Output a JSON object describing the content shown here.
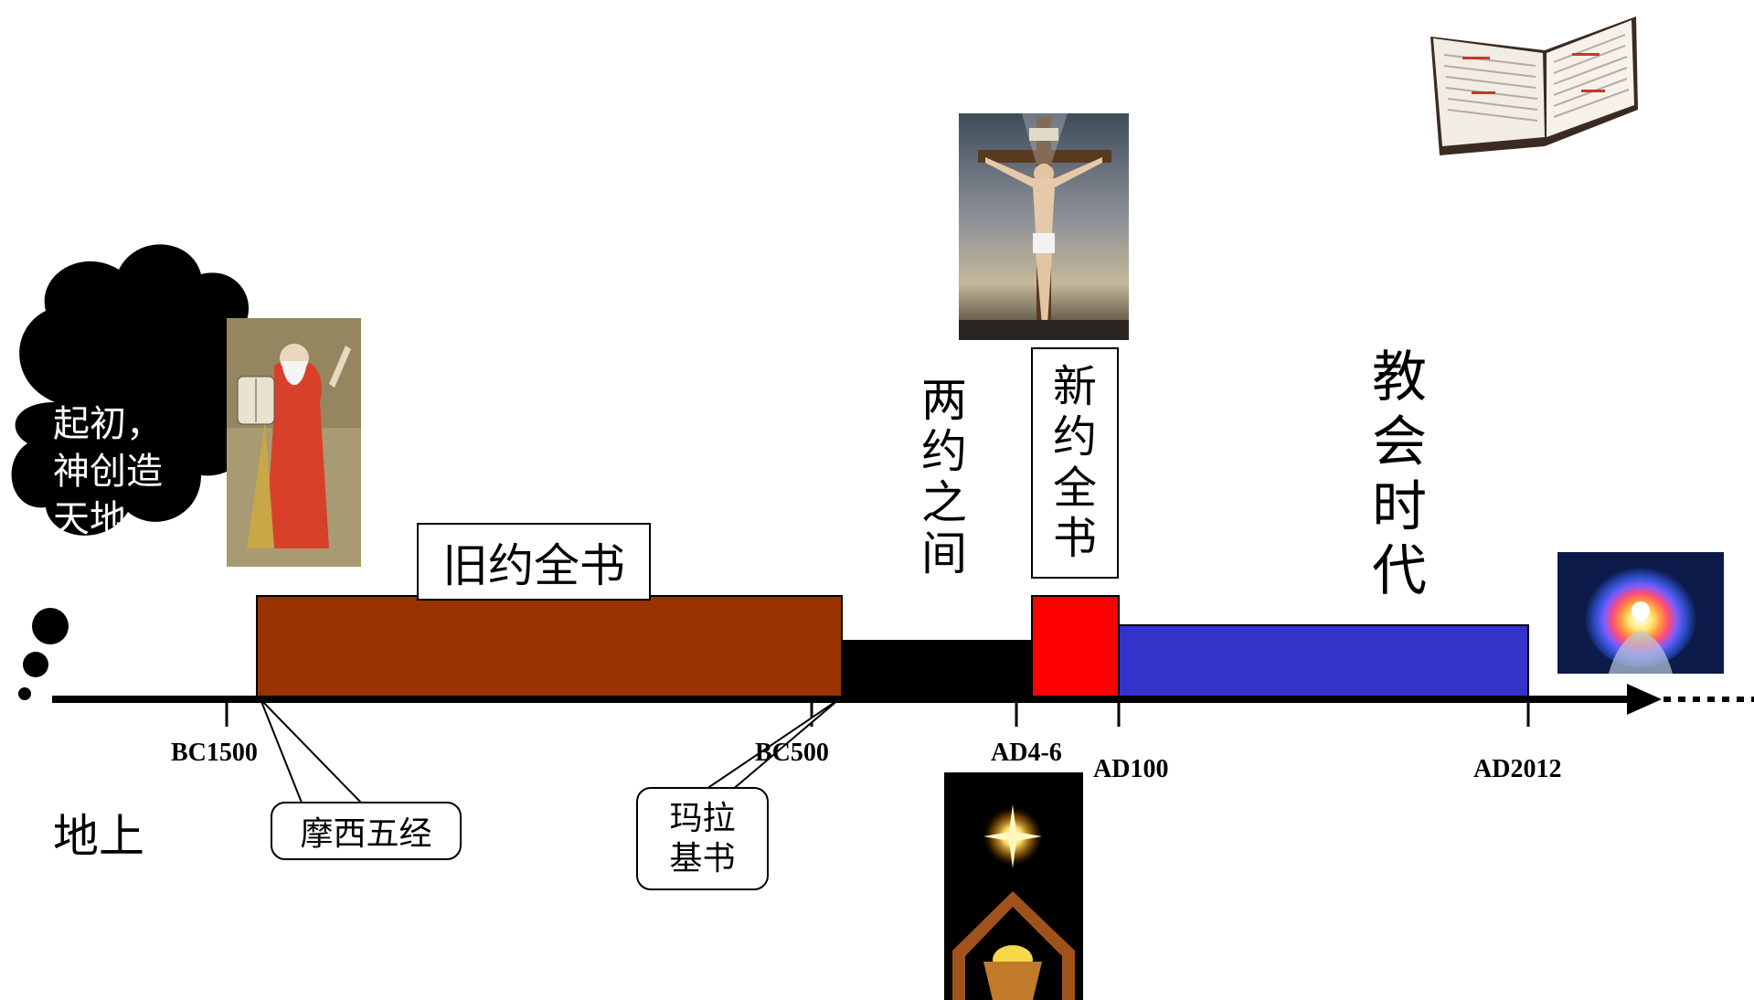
{
  "thought_bubble": {
    "lines": [
      "起初，",
      "神创造",
      "天地"
    ]
  },
  "earth_label": "地上",
  "ot_label": "旧约全书",
  "intertestament_label": [
    "两",
    "约",
    "之",
    "间"
  ],
  "nt_label": [
    "新",
    "约",
    "全",
    "书"
  ],
  "church_label": [
    "教",
    "会",
    "时",
    "代"
  ],
  "callouts": {
    "pentateuch": "摩西五经",
    "malachi": [
      "玛拉",
      "基书"
    ]
  },
  "ticks": {
    "bc1500": "BC1500",
    "bc500": "BC500",
    "ad4_6": "AD4-6",
    "ad100": "AD100",
    "ad2012": "AD2012"
  },
  "colors": {
    "old_testament": "#993300",
    "intertestament": "#000000",
    "new_testament": "#ff0000",
    "church_age": "#3333cc"
  },
  "images": [
    "moses-image",
    "crucifixion-image",
    "open-bible-image",
    "nativity-image",
    "rainbow-glory-image"
  ]
}
